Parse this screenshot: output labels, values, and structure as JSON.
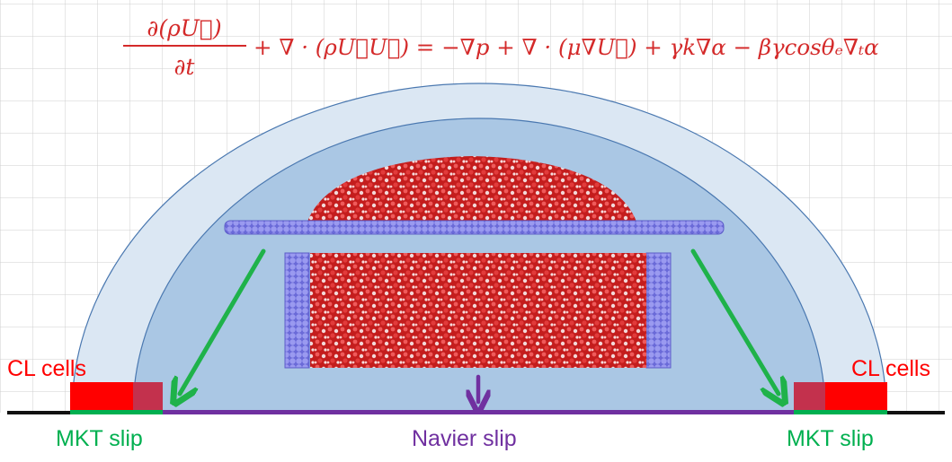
{
  "equation": {
    "numerator": "∂(ρU⃗)",
    "denominator": "∂t",
    "rhs": "+ ∇ · (ρU⃗U⃗) = −∇p + ∇ · (μ∇U⃗) + γk∇α − βγcosθₑ∇ₜα"
  },
  "labels": {
    "cl_cells_left": "CL cells",
    "cl_cells_right": "CL cells",
    "mkt_slip_left": "MKT slip",
    "mkt_slip_right": "MKT slip",
    "navier_slip": "Navier slip"
  },
  "colors": {
    "equation": "#d42a2a",
    "cl_cells": "#ff0000",
    "mkt_slip": "#00b050",
    "navier_slip": "#7030a0",
    "arrow_green": "#1fb24a",
    "arrow_purple": "#7030a0",
    "dome_outer": "#dbe7f3",
    "dome_inner": "#a9c6e3",
    "wall_particles": "#7f7fe6",
    "water_red": "#cc1f1f"
  },
  "icons": {
    "arrow_left": "green-down-left-arrow",
    "arrow_right": "green-down-right-arrow",
    "arrow_center": "purple-down-arrow"
  }
}
